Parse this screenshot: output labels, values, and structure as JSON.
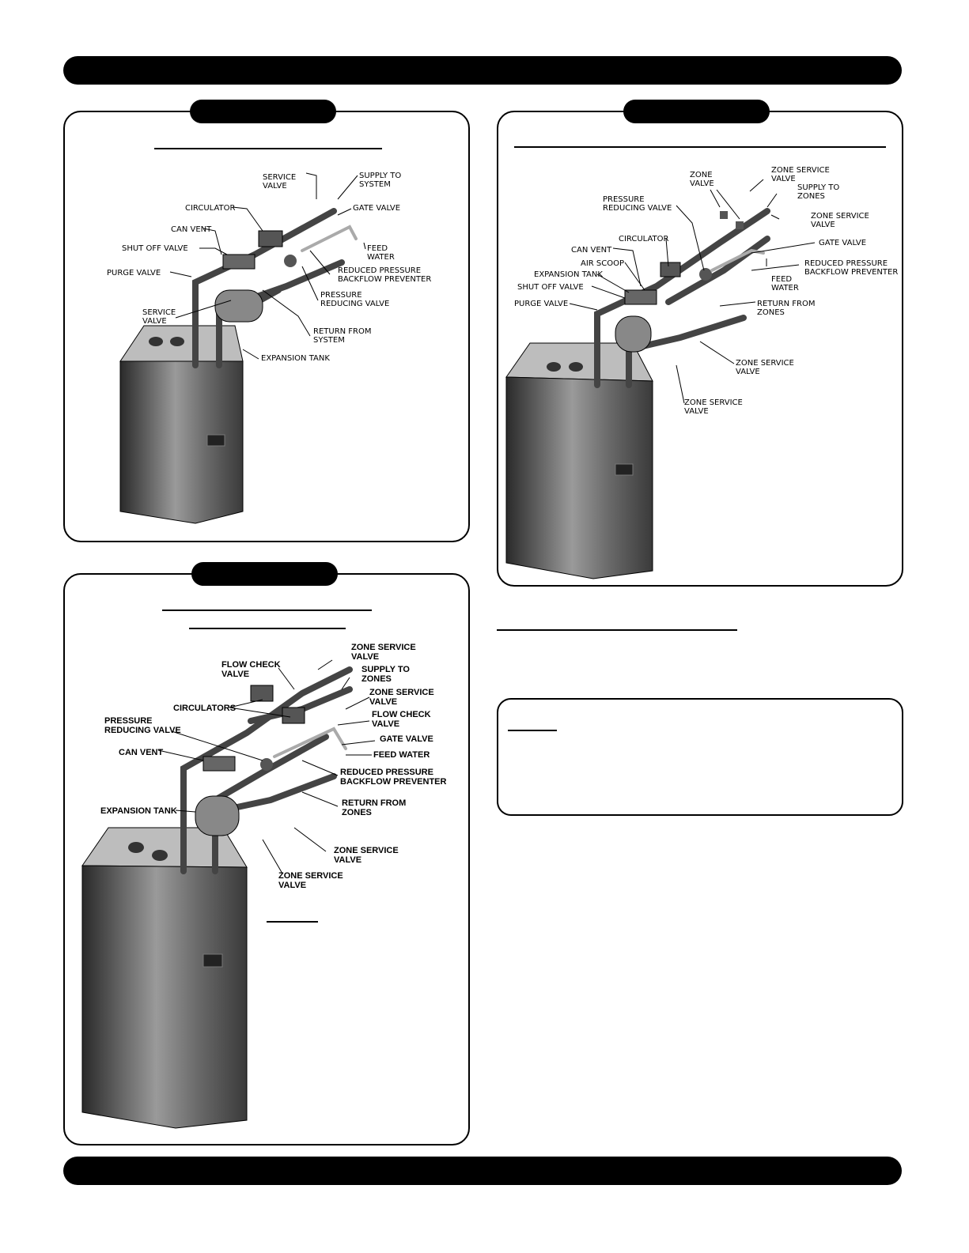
{
  "fig_top_left": {
    "labels": {
      "service_valve_1": "SERVICE\nVALVE",
      "supply_to_system": "SUPPLY TO\nSYSTEM",
      "circulator": "CIRCULATOR",
      "gate_valve": "GATE VALVE",
      "can_vent": "CAN VENT",
      "shut_off_valve": "SHUT OFF VALVE",
      "feed_water": "FEED\nWATER",
      "purge_valve": "PURGE VALVE",
      "reduced_pressure": "REDUCED PRESSURE\nBACKFLOW PREVENTER",
      "pressure_reducing": "PRESSURE\nREDUCING VALVE",
      "service_valve_2": "SERVICE\nVALVE",
      "return_from_system": "RETURN FROM\nSYSTEM",
      "expansion_tank": "EXPANSION TANK"
    }
  },
  "fig_top_right": {
    "labels": {
      "zone_valve": "ZONE\nVALVE",
      "zone_service_valve_1": "ZONE SERVICE\nVALVE",
      "supply_to_zones": "SUPPLY TO\nZONES",
      "pressure_reducing": "PRESSURE\nREDUCING VALVE",
      "zone_service_valve_2": "ZONE SERVICE\nVALVE",
      "circulator": "CIRCULATOR",
      "gate_valve": "GATE VALVE",
      "can_vent": "CAN VENT",
      "air_scoop": "AIR SCOOP",
      "reduced_pressure": "REDUCED PRESSURE\nBACKFLOW PREVENTER",
      "expansion_tank": "EXPANSION TANK",
      "feed_water": "FEED\nWATER",
      "shut_off_valve": "SHUT OFF VALVE",
      "return_from_zones": "RETURN FROM\nZONES",
      "purge_valve": "PURGE VALVE",
      "zone_service_valve_3": "ZONE SERVICE\nVALVE",
      "zone_service_valve_4": "ZONE SERVICE\nVALVE"
    }
  },
  "fig_bottom_left": {
    "labels": {
      "zone_service_valve_1": "ZONE SERVICE\nVALVE",
      "flow_check_valve_1": "FLOW CHECK\nVALVE",
      "supply_to_zones": "SUPPLY TO\nZONES",
      "zone_service_valve_2": "ZONE SERVICE\nVALVE",
      "circulators": "CIRCULATORS",
      "flow_check_valve_2": "FLOW CHECK\nVALVE",
      "pressure_reducing": "PRESSURE\nREDUCING VALVE",
      "gate_valve": "GATE VALVE",
      "can_vent": "CAN VENT",
      "feed_water": "FEED WATER",
      "reduced_pressure": "REDUCED PRESSURE\nBACKFLOW PREVENTER",
      "expansion_tank": "EXPANSION TANK",
      "return_from_zones": "RETURN FROM\nZONES",
      "zone_service_valve_3": "ZONE SERVICE\nVALVE",
      "zone_service_valve_4": "ZONE SERVICE\nVALVE"
    }
  }
}
